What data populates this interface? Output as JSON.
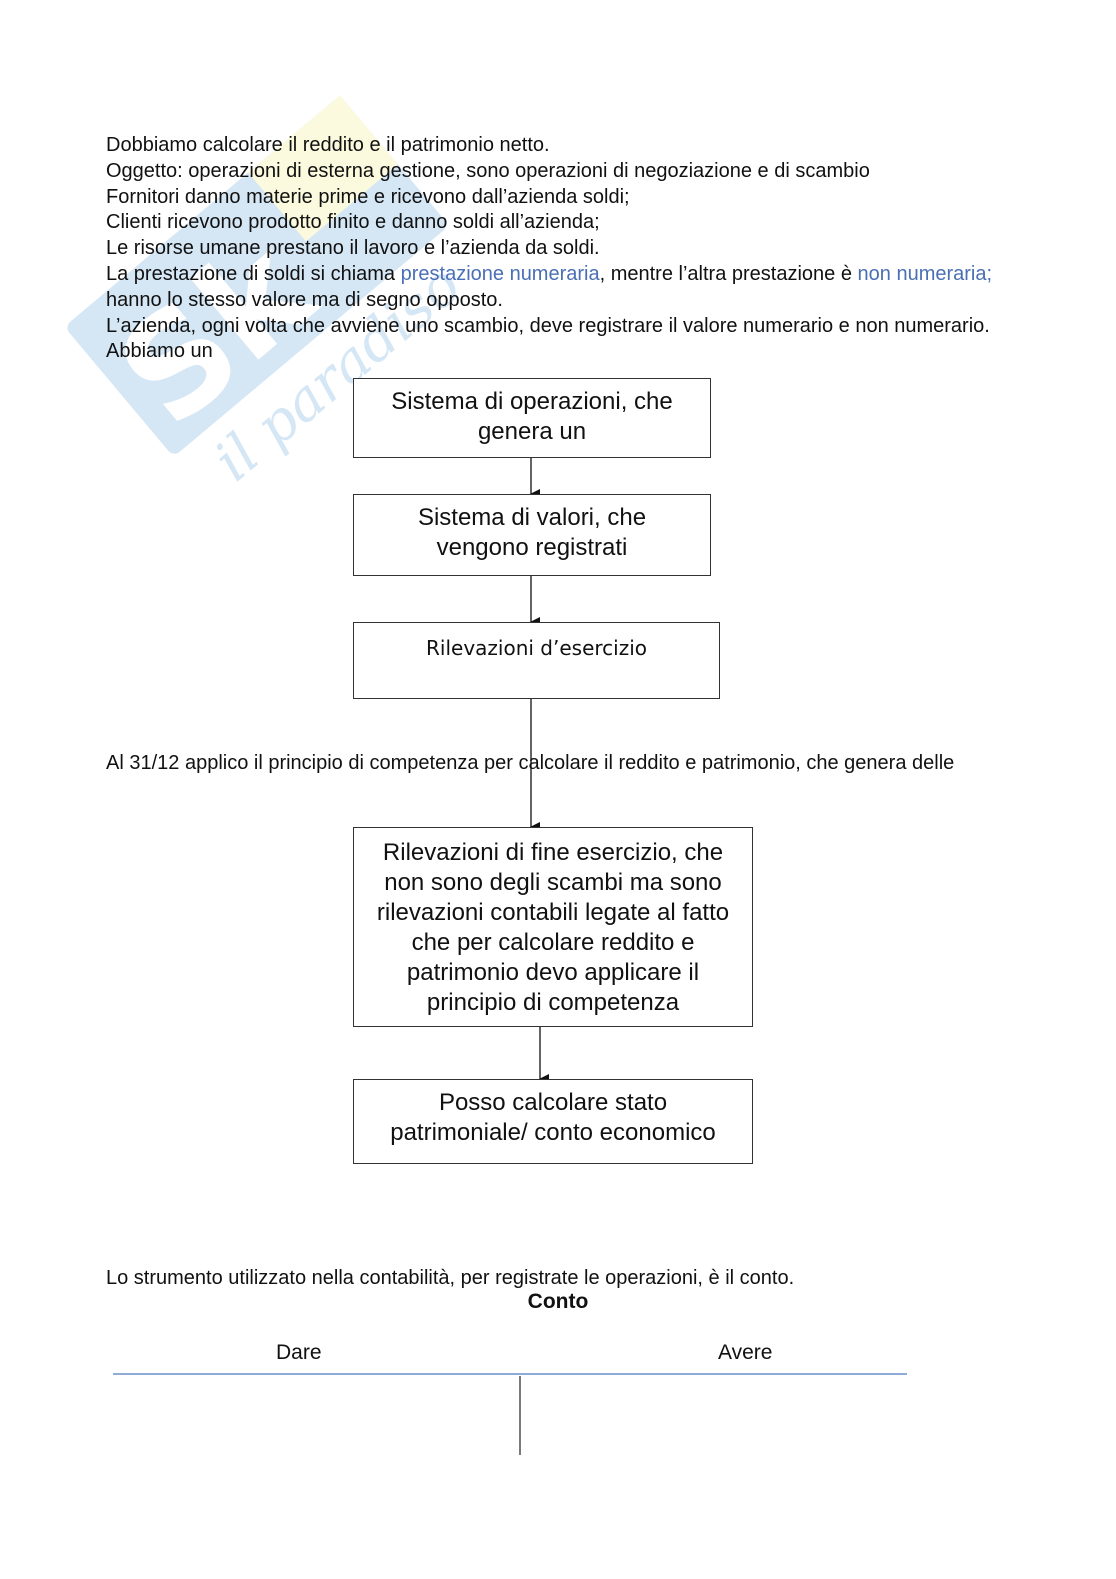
{
  "intro": {
    "line1": "Dobbiamo calcolare il reddito e il patrimonio netto.",
    "line2": "Oggetto: operazioni di esterna gestione, sono operazioni di negoziazione e di scambio",
    "line3": "Fornitori danno materie prime e ricevono dall’azienda soldi;",
    "line4": "Clienti ricevono prodotto finito e danno soldi all’azienda;",
    "line5": "Le risorse umane prestano il lavoro e l’azienda da soldi.",
    "line6_a": "La prestazione di soldi si chiama ",
    "line6_hl1": "prestazione numeraria",
    "line6_b": ", mentre l’altra prestazione è ",
    "line6_hl2": "non numeraria;",
    "line6_c": " hanno lo stesso valore ma di segno opposto.",
    "line7": "L’azienda, ogni volta che avviene uno scambio, deve registrare il valore numerario e non numerario.",
    "line8": "Abbiamo un"
  },
  "flow": {
    "box1": "Sistema di operazioni, che genera un",
    "box2": "Sistema di valori, che vengono registrati",
    "box3": "Rilevazioni d’esercizio",
    "mid_text": "Al 31/12 applico il principio di competenza per calcolare il reddito e patrimonio, che genera delle",
    "box4": "Rilevazioni di fine esercizio, che non sono degli scambi ma sono rilevazioni contabili legate al fatto che per calcolare reddito e patrimonio devo applicare il principio di competenza",
    "box5": "Posso calcolare stato patrimoniale/ conto economico"
  },
  "conto": {
    "intro": "Lo strumento utilizzato nella contabilità, per registrate le operazioni, è il conto.",
    "title": "Conto",
    "dare": "Dare",
    "avere": "Avere"
  },
  "colors": {
    "highlight": "#4a6fb5",
    "watermark_blue": "#6aa8dc",
    "watermark_yellow": "#f4ef8a",
    "conto_line": "#6b8fc7"
  }
}
